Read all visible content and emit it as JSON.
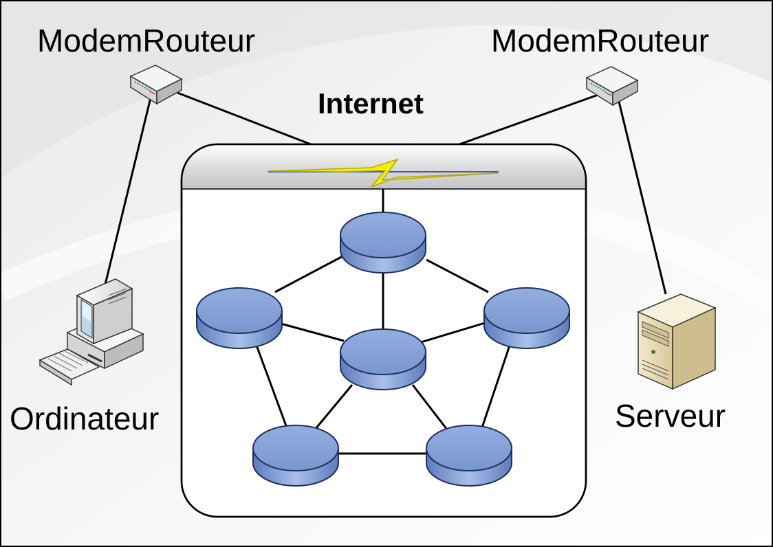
{
  "labels": {
    "router_left": "ModemRouteur",
    "router_right": "ModemRouteur",
    "internet": "Internet",
    "computer": "Ordinateur",
    "server": "Serveur"
  },
  "icons": {
    "router_left": "modem-router-icon",
    "router_right": "modem-router-icon",
    "computer": "desktop-computer-icon",
    "server": "server-tower-icon",
    "cloud_link": "lightning-bolt-icon",
    "nodes": "router-node-icon"
  },
  "colors": {
    "node_fill": "#7f9fd6",
    "node_stroke": "#1f2f5a",
    "bolt": "#f4f000",
    "link": "#000000",
    "frame": "#000000",
    "server_body": "#efe2bf"
  }
}
